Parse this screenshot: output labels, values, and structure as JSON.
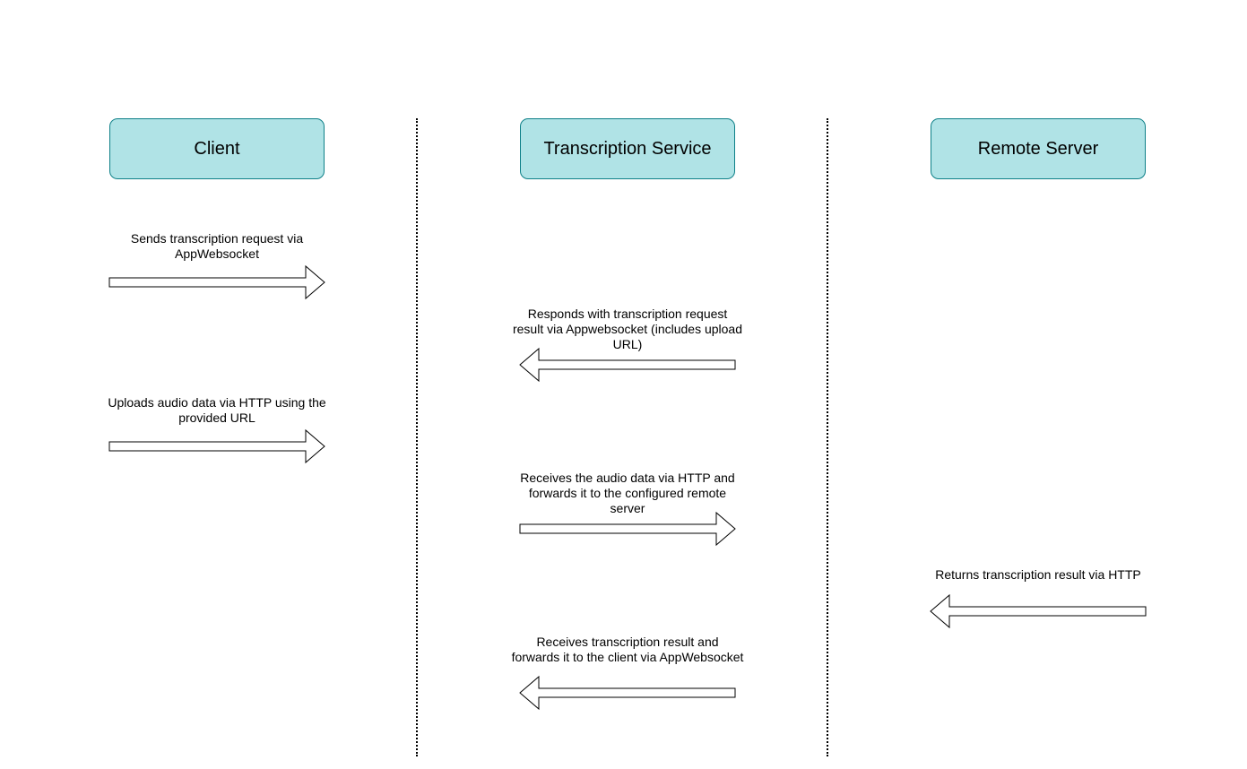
{
  "colors": {
    "header_fill": "#b0e3e6",
    "header_stroke": "#0e8088",
    "arrow_fill": "#ffffff",
    "arrow_stroke": "#000000"
  },
  "lanes": [
    {
      "title": "Client"
    },
    {
      "title": "Transcription Service"
    },
    {
      "title": "Remote Server"
    }
  ],
  "steps": [
    {
      "text": "Sends transcription request via AppWebsocket",
      "direction": "right"
    },
    {
      "text": "Responds with transcription request result via Appwebsocket  (includes upload URL)",
      "direction": "left"
    },
    {
      "text": "Uploads audio data via HTTP using the provided URL",
      "direction": "right"
    },
    {
      "text": "Receives the audio data via HTTP and forwards it to the configured remote server",
      "direction": "right"
    },
    {
      "text": "Returns transcription result via HTTP",
      "direction": "left"
    },
    {
      "text": "Receives transcription result and forwards it to the client via AppWebsocket",
      "direction": "left"
    }
  ]
}
